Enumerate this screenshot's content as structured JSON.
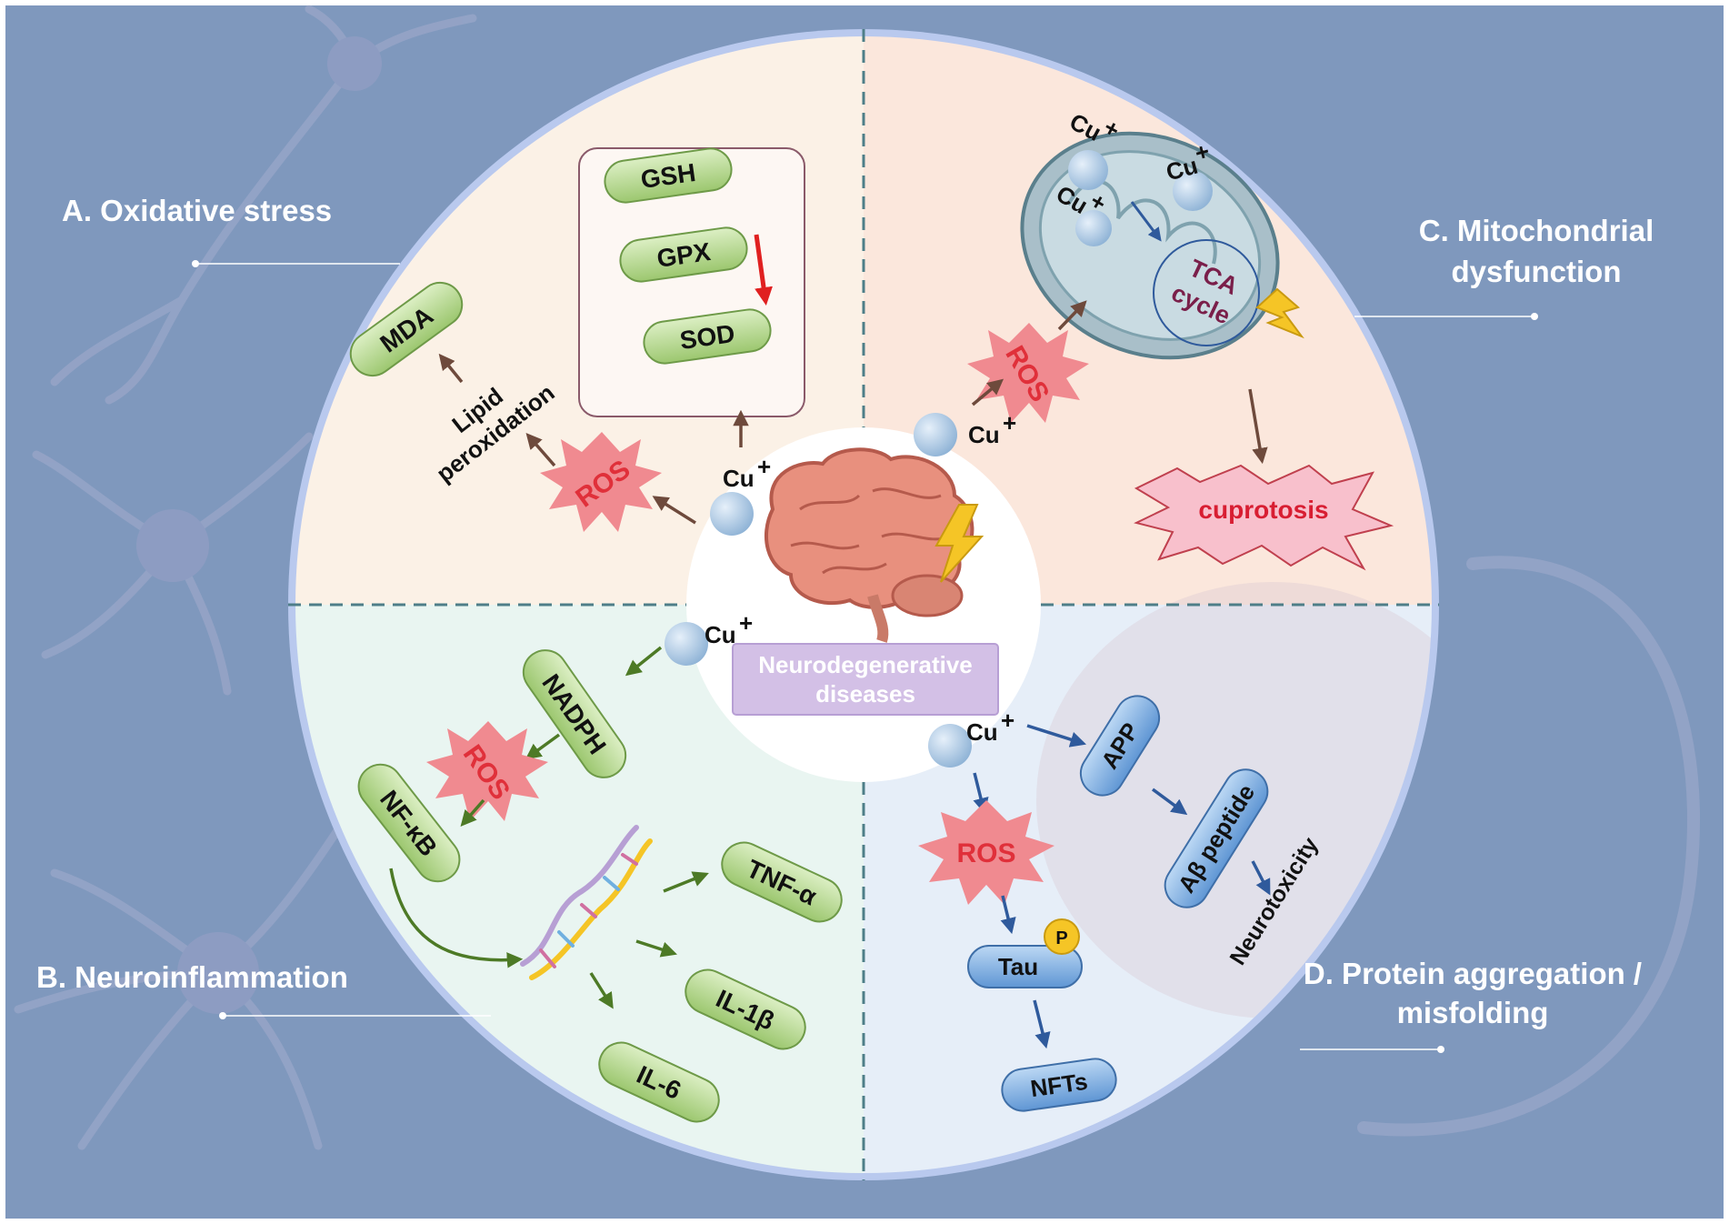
{
  "center": {
    "label_line1": "Neurodegenerative",
    "label_line2": "diseases"
  },
  "sections": {
    "oxidative": {
      "title": "A. Oxidative stress",
      "antioxidants": [
        "GSH",
        "GPX",
        "SOD"
      ],
      "lipid_line1": "Lipid",
      "lipid_line2": "peroxidation",
      "mda": "MDA",
      "ros": "ROS",
      "cu": "Cu",
      "cu_sup": "+"
    },
    "neuroinflammation": {
      "title": "B. Neuroinflammation",
      "nadph": "NADPH",
      "ros": "ROS",
      "nfkb": "NF-κB",
      "cytokines": [
        "TNF-α",
        "IL-1β",
        "IL-6"
      ],
      "cu": "Cu",
      "cu_sup": "+"
    },
    "mitochondrial": {
      "title_line1": "C. Mitochondrial",
      "title_line2": "dysfunction",
      "tca_line1": "TCA",
      "tca_line2": "cycle",
      "ros": "ROS",
      "cu": "Cu",
      "cu_sup": "+",
      "cuprotosis": "cuprotosis"
    },
    "protein": {
      "title_line1": "D. Protein aggregation /",
      "title_line2": "misfolding",
      "app": "APP",
      "abeta": "Aβ peptide",
      "neurotoxicity": "Neurotoxicity",
      "ros": "ROS",
      "tau": "Tau",
      "p": "P",
      "nfts": "NFTs",
      "cu": "Cu",
      "cu_sup": "+"
    }
  },
  "colors": {
    "background": "#7f98bd",
    "ring": "#b9c9ee",
    "quadA": "#fbf1e6",
    "quadB": "#e9f5f1",
    "quadC": "#fbe7dc",
    "quadD": "#e6eef8",
    "pill_green": "#a9d17f",
    "pill_blue": "#6fa4dd",
    "ros_star": "#f08a90",
    "cu_ball": "#b4cde6",
    "arrow_brown": "#6e4a3c",
    "arrow_green": "#4d7a26",
    "arrow_blue": "#2f5a9c",
    "arrow_red": "#e02020"
  }
}
